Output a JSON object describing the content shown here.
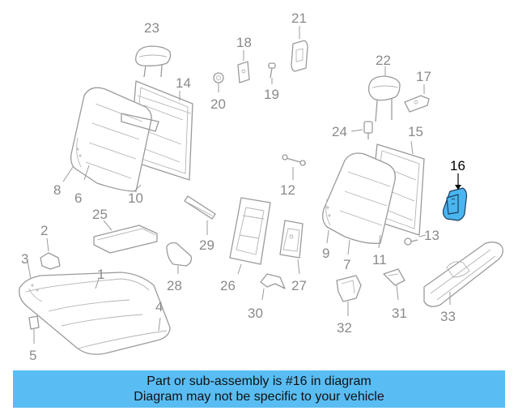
{
  "diagram": {
    "highlighted_part": "16",
    "callouts": {
      "c1": "1",
      "c2": "2",
      "c3": "3",
      "c4": "4",
      "c5": "5",
      "c6": "6",
      "c7": "7",
      "c8": "8",
      "c9": "9",
      "c10": "10",
      "c11": "11",
      "c12": "12",
      "c13": "13",
      "c14": "14",
      "c15": "15",
      "c16": "16",
      "c17": "17",
      "c18": "18",
      "c19": "19",
      "c20": "20",
      "c21": "21",
      "c22": "22",
      "c23": "23",
      "c24": "24",
      "c25": "25",
      "c26": "26",
      "c27": "27",
      "c28": "28",
      "c29": "29",
      "c30": "30",
      "c31": "31",
      "c32": "32",
      "c33": "33"
    },
    "colors": {
      "highlight_part": "#4ab5ee",
      "caption_background": "#59bdf3",
      "part_outline": "#9a9a9a"
    }
  },
  "caption": {
    "line1": "Part or sub-assembly is #16 in diagram",
    "line2": "Diagram may not be specific to your vehicle"
  }
}
